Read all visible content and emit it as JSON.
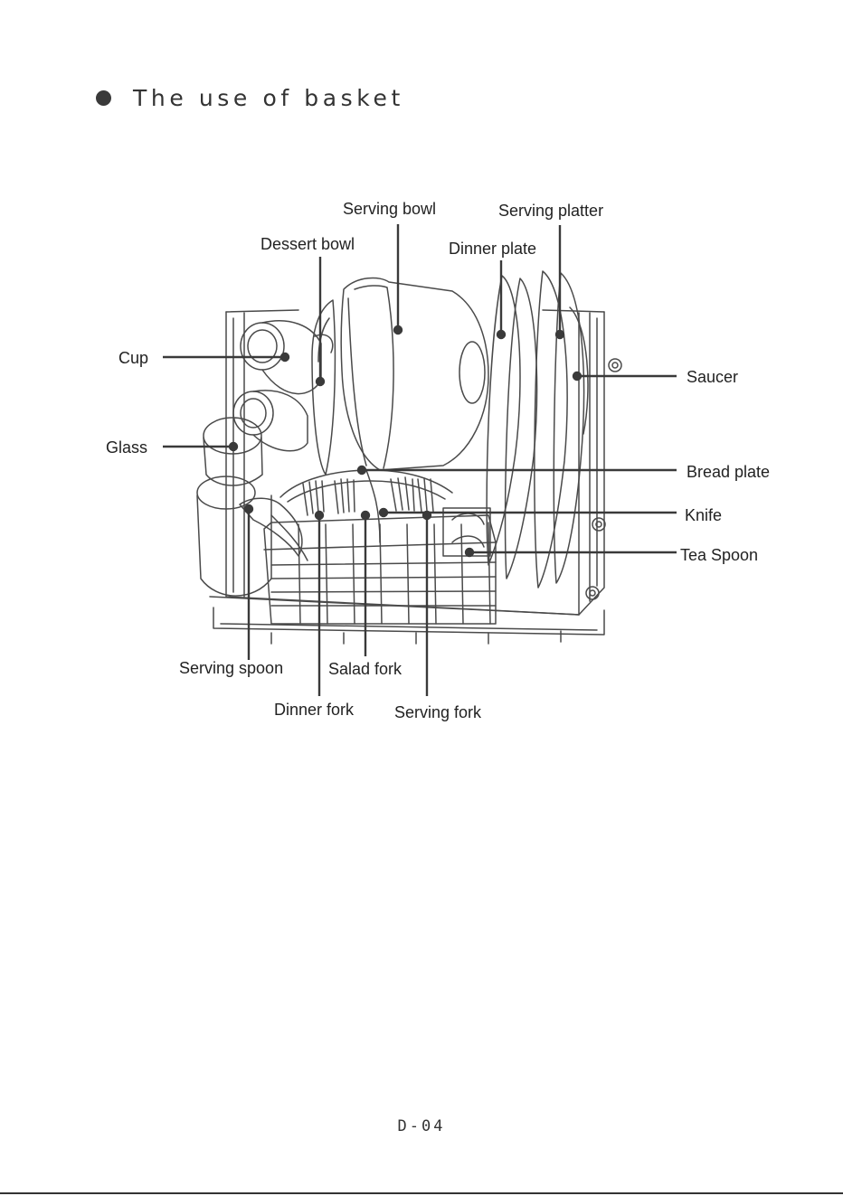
{
  "heading": {
    "title": "The use of basket"
  },
  "diagram": {
    "labels": {
      "serving_bowl": "Serving bowl",
      "serving_platter": "Serving platter",
      "dessert_bowl": "Dessert bowl",
      "dinner_plate": "Dinner plate",
      "cup": "Cup",
      "saucer": "Saucer",
      "glass": "Glass",
      "bread_plate": "Bread plate",
      "knife": "Knife",
      "tea_spoon": "Tea Spoon",
      "serving_spoon": "Serving spoon",
      "salad_fork": "Salad fork",
      "dinner_fork": "Dinner fork",
      "serving_fork": "Serving fork"
    }
  },
  "footer": {
    "page_number": "D-04"
  }
}
